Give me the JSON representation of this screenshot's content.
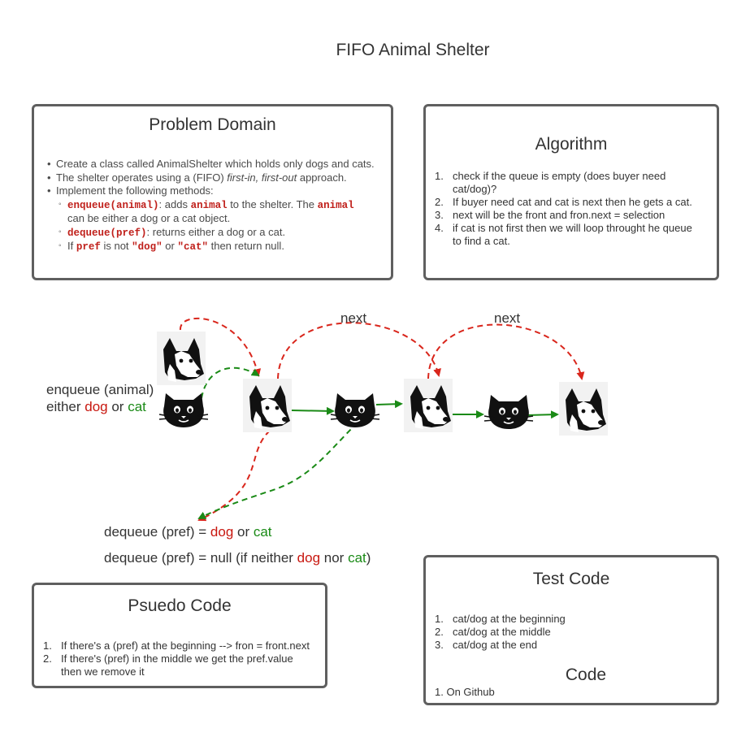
{
  "page_title": "FIFO Animal Shelter",
  "problem_domain": {
    "title": "Problem Domain",
    "b1": "Create a class called AnimalShelter which holds only dogs and cats.",
    "b2_pre": "The shelter operates using a (FIFO) ",
    "b2_em": "first-in, first-out",
    "b2_post": " approach.",
    "b3": "Implement the following methods:",
    "s1_code": "enqueue(animal)",
    "s1_a": ": adds ",
    "s1_code2": "animal",
    "s1_b": " to the shelter. The ",
    "s1_code3": "animal",
    "s1_c": "can be either a dog or a cat object.",
    "s2_code": "dequeue(pref)",
    "s2_a": ": returns either a dog or a cat.",
    "s3_a": "If ",
    "s3_code": "pref",
    "s3_b": " is not ",
    "s3_code2": "\"dog\"",
    "s3_c": " or ",
    "s3_code3": "\"cat\"",
    "s3_d": " then return null."
  },
  "algorithm": {
    "title": "Algorithm",
    "items": [
      {
        "num": "1.",
        "l1": "check if the queue is empty  (does buyer need",
        "l2": "cat/dog)?"
      },
      {
        "num": "2.",
        "l1": "If buyer need cat and cat is next then he gets a cat.",
        "l2": ""
      },
      {
        "num": "3.",
        "l1": "next will be the front and fron.next = selection",
        "l2": ""
      },
      {
        "num": "4.",
        "l1": "if cat is not first then we will loop throught he queue",
        "l2": "to find a cat."
      }
    ]
  },
  "diagram": {
    "next1": "next",
    "next2": "next",
    "enqueue_label": "enqueue (animal)",
    "either": "either ",
    "dog": "dog",
    "or": " or ",
    "cat": "cat",
    "dq1_pre": "dequeue (pref) = ",
    "dq1_dog": "dog",
    "dq1_or": " or ",
    "dq1_cat": "cat",
    "dq2_pre": "dequeue (pref) = null (if neither ",
    "dq2_dog": "dog",
    "dq2_nor": " nor ",
    "dq2_cat": "cat",
    "dq2_post": ")",
    "colors": {
      "red": "#d9261c",
      "green": "#1a8a16"
    }
  },
  "pseudo": {
    "title": "Psuedo Code",
    "items": [
      {
        "num": "1.",
        "l1": "If there's a (pref) at the beginning --> fron = front.next",
        "l2": ""
      },
      {
        "num": "2.",
        "l1": "If there's (pref) in the middle we get the pref.value",
        "l2": "then we remove it"
      }
    ]
  },
  "test": {
    "title": "Test Code",
    "items": [
      {
        "num": "1.",
        "text": "cat/dog at the beginning"
      },
      {
        "num": "2.",
        "text": "cat/dog at the middle"
      },
      {
        "num": "3.",
        "text": "cat/dog at the end"
      }
    ],
    "code_title": "Code",
    "code_num": "1.",
    "code_item": "On Github"
  }
}
